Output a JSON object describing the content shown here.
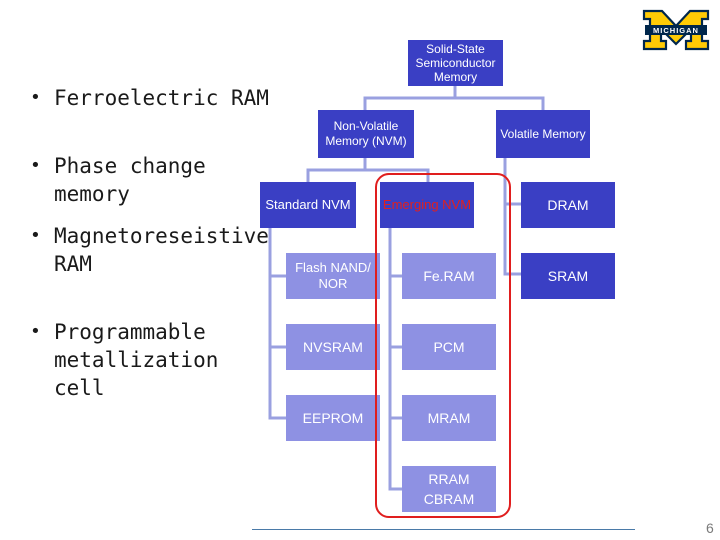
{
  "bullets": [
    {
      "text": "Ferroelectric RAM"
    },
    {
      "text": "Phase change memory"
    },
    {
      "text": "Magnetoreseistive RAM"
    },
    {
      "text": "Programmable metallization cell"
    }
  ],
  "bullet_glyph": "•",
  "diagram": {
    "root": "Solid-State Semiconductor Memory",
    "nvm": "Non-Volatile Memory (NVM)",
    "volatile": "Volatile Memory",
    "standard_nvm": "Standard NVM",
    "emerging_nvm": "Emerging NVM",
    "dram": "DRAM",
    "sram": "SRAM",
    "flash": "Flash NAND/ NOR",
    "nvsram": "NVSRAM",
    "eeprom": "EEPROM",
    "feram": "Fe.RAM",
    "pcm": "PCM",
    "mram": "MRAM",
    "rram": "RRAM",
    "cbram": "CBRAM"
  },
  "logo": {
    "letter": "M",
    "word": "MICHIGAN",
    "colors": {
      "blue": "#00274c",
      "maize": "#ffcb05"
    }
  },
  "colors": {
    "dark_box": "#3a3fc4",
    "light_box": "#8e91e3",
    "highlight": "#e01e1e",
    "connector": "#9aa0e0"
  },
  "page_number": "6"
}
